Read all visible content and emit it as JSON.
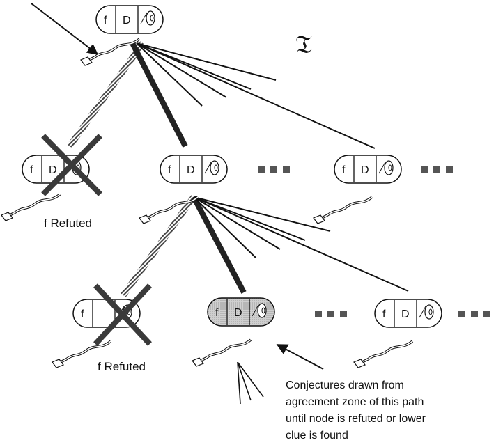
{
  "tree_symbol": "𝔗",
  "node_labels": {
    "f": "f",
    "d": "D"
  },
  "refuted_label": "f Refuted",
  "caption_lines": [
    "Conjectures drawn from",
    "agreement zone of this path",
    "until node is refuted or lower",
    "clue is found"
  ],
  "colors": {
    "ink": "#111111",
    "shade": "#c8c8c8",
    "x_mark": "#3a3a3a"
  }
}
